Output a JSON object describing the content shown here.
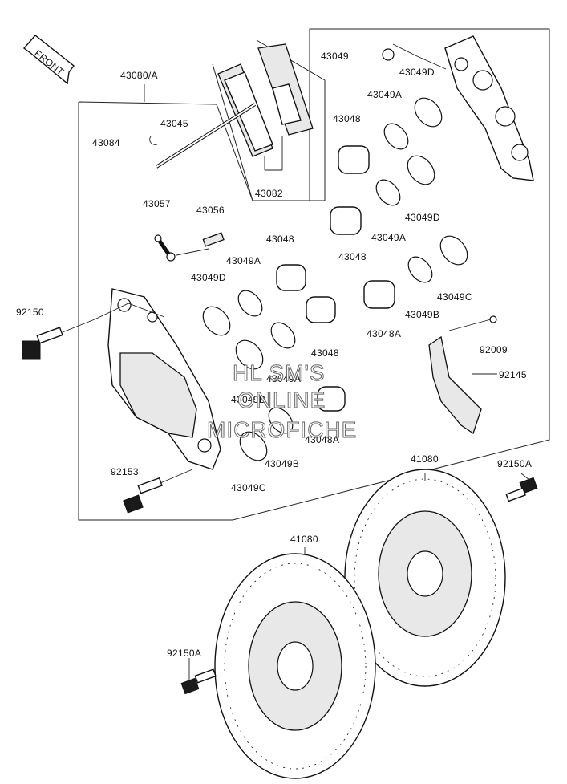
{
  "watermark": {
    "line1": "HL SM'S",
    "line2": "ONLINE",
    "line3": "MICROFICHE"
  },
  "arrow": {
    "label": "FRONT"
  },
  "labels": {
    "caliper_assy": "43080/A",
    "pin_clip": "43084",
    "pin": "43045",
    "pads": "43082",
    "bracket": "43057",
    "bleeder": "43056",
    "bolt_left": "92150",
    "bolt_lower": "92153",
    "washer": "43049",
    "seal_d_top": "43049D",
    "seal_a_top": "43049A",
    "piston_top": "43048",
    "seal_d_mid": "43049D",
    "seal_a_mid": "43049A",
    "piston_mid_right": "43048",
    "seal_c_right": "43049C",
    "seal_b_right": "43049B",
    "piston_a_right": "43048A",
    "screw": "92009",
    "guard": "92145",
    "piston_left": "43048",
    "seal_a_left": "43049A",
    "seal_d_left": "43049D",
    "piston_left2": "43048",
    "seal_a_left2": "43049A",
    "seal_d_left2": "43049D",
    "piston_a_left": "43048A",
    "seal_b_left": "43049B",
    "seal_c_left": "43049C",
    "disc_right": "41080",
    "disc_bolt_right": "92150A",
    "disc_left": "41080",
    "disc_bolt_left": "92150A"
  }
}
